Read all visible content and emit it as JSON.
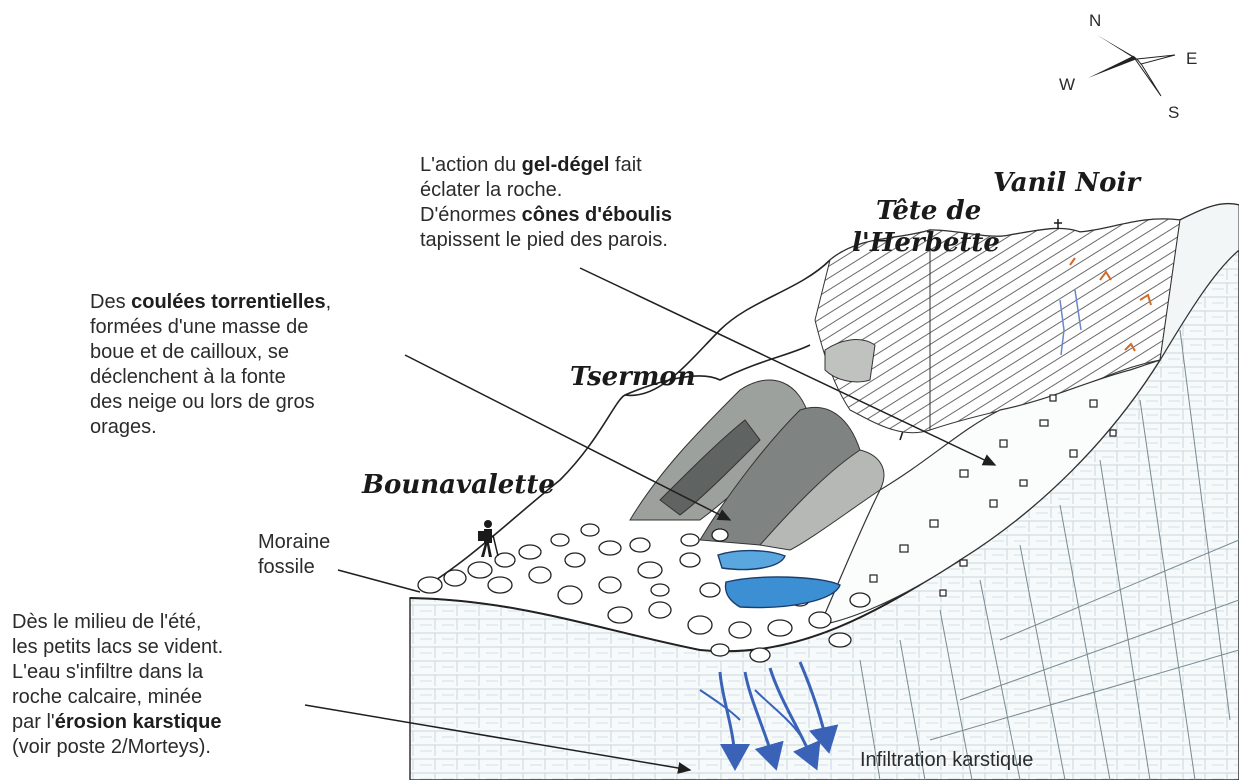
{
  "compass": {
    "n": "N",
    "e": "E",
    "w": "W",
    "s": "S"
  },
  "peaks": {
    "vanil_noir": "Vanil Noir",
    "tete_line1": "Tête de",
    "tete_line2": "l'Herbette",
    "tsermon": "Tsermon",
    "bounavalette": "Bounavalette"
  },
  "annotations": {
    "geldegel": {
      "l1_a": "L'action du ",
      "l1_b": "gel-dégel",
      "l1_c": " fait",
      "l2": "éclater la roche.",
      "l3_a": "D'énormes ",
      "l3_b": "cônes d'éboulis",
      "l4": "tapissent le pied des parois."
    },
    "coulees": {
      "l1_a": "Des ",
      "l1_b": "coulées torrentielles",
      "l1_c": ",",
      "l2": "formées d'une masse de",
      "l3": "boue et de cailloux, se",
      "l4": "déclenchent à la fonte",
      "l5": "des neige ou lors de gros",
      "l6": "orages."
    },
    "moraine": {
      "l1": "Moraine",
      "l2": "fossile"
    },
    "lacs": {
      "l1": "Dès le milieu de l'été,",
      "l2": "les petits lacs se vident.",
      "l3": "L'eau s'infiltre dans la",
      "l4": "roche calcaire, minée",
      "l5_a": "par l'",
      "l5_b": "érosion karstique",
      "l6": "(voir poste 2/Morteys)."
    },
    "infiltration": "Infiltration karstique"
  },
  "colors": {
    "lake": "#3d8fd4",
    "arrows": "#3a63b8",
    "scree_shade": "#8b8e8b",
    "ink": "#1f1f1f"
  }
}
